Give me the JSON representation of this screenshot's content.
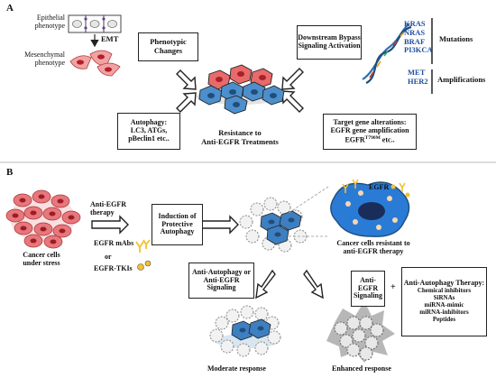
{
  "panel_a": {
    "label": "A",
    "epithelial": "Epithelial phenotype",
    "emt": "EMT",
    "mesenchymal": "Mesenchymal phenotype",
    "phenotypic": "Phenotypic Changes",
    "bypass": "Downstream Bypass Signaling Activation",
    "mutation_genes": [
      "KRAS",
      "NRAS",
      "BRAF",
      "PI3KCA"
    ],
    "mutations_label": "Mutations",
    "amplification_genes": [
      "MET",
      "HER2"
    ],
    "amplifications_label": "Amplifications",
    "autophagy_lines": [
      "Autophagy:",
      "LC3, ATGs,",
      "pBeclin1 etc.."
    ],
    "target_lines": [
      "Target gene alterations:",
      "EGFR gene amplification"
    ],
    "target_egfr": "EGFR",
    "target_sup": "T790M",
    "target_etc": "etc..",
    "center_title_lines": [
      "Resistance to",
      "Anti-EGFR Treatments"
    ]
  },
  "panel_b": {
    "label": "B",
    "cancer_cells": "Cancer cells under stress",
    "anti_egfr_therapy": "Anti-EGFR therapy",
    "egfr_mabs": "EGFR mAbs",
    "or": "or",
    "egfr_tkis": "EGFR-TKIs",
    "induction": "Induction of Protective Autophagy",
    "egfr_tag": "EGFR",
    "resistant": "Cancer cells resistant to anti-EGFR therapy",
    "anti_auto_signal": "Anti-Autophagy or Anti-EGFR Signaling",
    "anti_egfr_signal": "Anti-EGFR Signaling",
    "plus": "+",
    "therapy_title": "Anti-Autophagy Therapy:",
    "therapy_items": [
      "Chemical inhibitors",
      "SiRNAs",
      "miRNA-mimic",
      "miRNA-inhibitors",
      "Peptides"
    ],
    "moderate": "Moderate response",
    "enhanced": "Enhanced response"
  },
  "colors": {
    "cell_red": "#e8777a",
    "cell_pink": "#f2b8ba",
    "cell_blue": "#3d7fc0",
    "cell_dark_blue": "#1f4e79",
    "nucleus_red": "#a8202a",
    "gene_blue": "#1f4e9e",
    "autophagy_gray": "#d9d9d9"
  }
}
